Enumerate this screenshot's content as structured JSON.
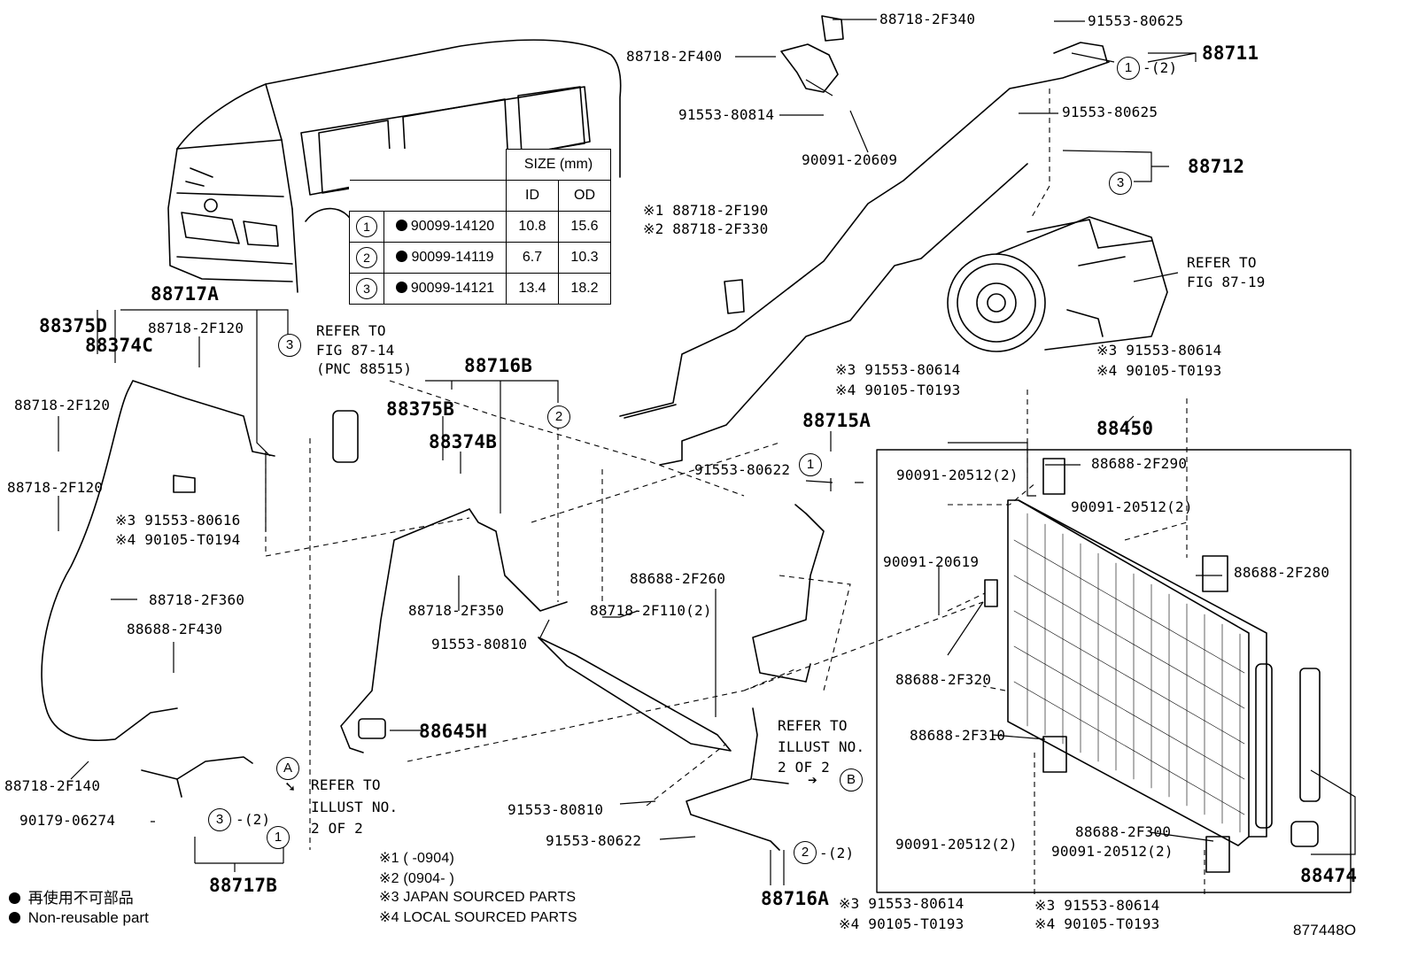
{
  "size_table": {
    "header": "SIZE (mm)",
    "col_id": "ID",
    "col_od": "OD",
    "rows": [
      {
        "ref": "1",
        "part": "90099-14120",
        "id": "10.8",
        "od": "15.6"
      },
      {
        "ref": "2",
        "part": "90099-14119",
        "id": "6.7",
        "od": "10.3"
      },
      {
        "ref": "3",
        "part": "90099-14121",
        "id": "13.4",
        "od": "18.2"
      }
    ]
  },
  "assemblies": {
    "a88711": "88711",
    "a88712": "88712",
    "a88717A": "88717A",
    "a88717B": "88717B",
    "a88716B": "88716B",
    "a88716A": "88716A",
    "a88715A": "88715A",
    "a88450": "88450",
    "a88474": "88474",
    "a88375D": "88375D",
    "a88374C": "88374C",
    "a88375B": "88375B",
    "a88374B": "88374B",
    "a88645H": "88645H"
  },
  "part_labels": {
    "p_2F340": "88718-2F340",
    "p_2F400": "88718-2F400",
    "p_80814": "91553-80814",
    "p_20609": "90091-20609",
    "p_80625a": "91553-80625",
    "p_80625b": "91553-80625",
    "p_2F190": "※1 88718-2F190",
    "p_2F330": "※2 88718-2F330",
    "p_2F120a": "88718-2F120",
    "p_2F120b": "88718-2F120",
    "p_2F120c": "88718-2F120",
    "p_80616": "※3 91553-80616",
    "p_T0194": "※4 90105-T0194",
    "p_2F360": "88718-2F360",
    "p_2F430": "88688-2F430",
    "p_2F140": "88718-2F140",
    "p_06274": "90179-06274",
    "p_2F350": "88718-2F350",
    "p_2F260": "88688-2F260",
    "p_2F110": "88718-2F110(2)",
    "p_80810a": "91553-80810",
    "p_80810b": "91553-80810",
    "p_80622a": "91553-80622",
    "p_80622b": "91553-80622",
    "p_80614a": "※3 91553-80614",
    "p_T0193a": "※4 90105-T0193",
    "p_80614b": "※3 91553-80614",
    "p_T0193b": "※4 90105-T0193",
    "p_80614c": "※3 91553-80614",
    "p_T0193c": "※4 90105-T0193",
    "p_80614d": "※3 91553-80614",
    "p_T0193d": "※4 90105-T0193",
    "p_2F290": "88688-2F290",
    "p_20512a": "90091-20512(2)",
    "p_20512b": "90091-20512(2)",
    "p_20512c": "90091-20512(2)",
    "p_20512d": "90091-20512(2)",
    "p_20619": "90091-20619",
    "p_2F280": "88688-2F280",
    "p_2F320": "88688-2F320",
    "p_2F310": "88688-2F310",
    "p_2F300": "88688-2F300"
  },
  "refs": {
    "ref_8714_1": "REFER TO",
    "ref_8714_2": "FIG 87-14",
    "ref_8714_3": "(PNC 88515)",
    "ref_8719_1": "REFER TO",
    "ref_8719_2": "FIG 87-19",
    "ref_A_1": "REFER TO",
    "ref_A_2": "ILLUST NO.",
    "ref_A_3": "2 OF 2",
    "ref_B_1": "REFER TO",
    "ref_B_2": "ILLUST NO.",
    "ref_B_3": "2 OF 2",
    "marker_A": "A",
    "marker_B": "B"
  },
  "circles": {
    "c1_top": "1",
    "c1_top_qty": "-(2)",
    "c3_top": "3",
    "c3_left": "3",
    "c2_mid": "2",
    "c1_mid": "1",
    "c3_bot": "3",
    "c3_bot_qty": "-(2)",
    "c1_bot": "1",
    "c2_bot": "2",
    "c2_bot_qty": "-(2)"
  },
  "notes": {
    "n1": "※1 (        -0904)",
    "n2": "※2 (0904-        )",
    "n3": "※3 JAPAN SOURCED PARTS",
    "n4": "※4 LOCAL SOURCED PARTS"
  },
  "legend": {
    "jp": "再使用不可部品",
    "en": "Non-reusable part"
  },
  "illustration_number": "877448O"
}
